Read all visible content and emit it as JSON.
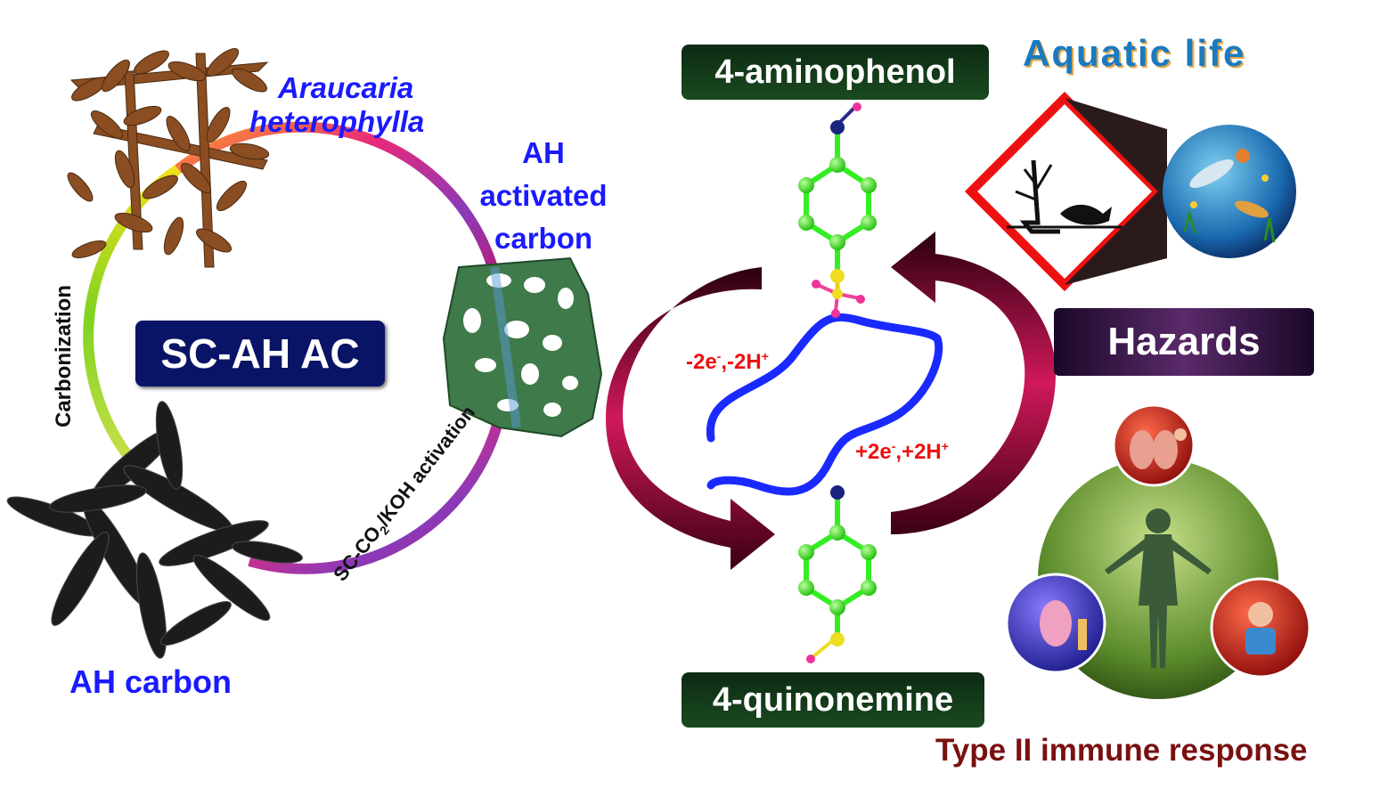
{
  "left": {
    "plant_label_line1": "Araucaria",
    "plant_label_line2": "heterophylla",
    "activated_label_line1": "AH",
    "activated_label_line2": "activated",
    "activated_label_line3": "carbon",
    "center_box": "SC-AH AC",
    "carbonization_label": "Carbonization",
    "activation_label_pre": "SC-CO",
    "activation_label_sub": "2",
    "activation_label_post": "/KOH activation",
    "carbon_label": "AH carbon"
  },
  "middle": {
    "top_molecule_box": "4-aminophenol",
    "bottom_molecule_box": "4-quinonemine",
    "oxidation": {
      "base1": "-2e",
      "sup1": "-",
      "mid": ",-2H",
      "sup2": "+"
    },
    "reduction": {
      "base1": "+2e",
      "sup1": "-",
      "mid": ",+2H",
      "sup2": "+"
    }
  },
  "right": {
    "aquatic_title": "Aquatic life",
    "hazards_box": "Hazards",
    "immune_label": "Type II immune response"
  },
  "colors": {
    "text_blue": "#1a1aff",
    "reaction_red": "#ee1111",
    "immune_text": "#7a1010",
    "box_dark_green": "#0d2a12",
    "center_box_blue": "#0a1466",
    "hazard_box_purple": "#2b0c3a",
    "atom_green": "#33ee22",
    "arrow_maroon": "#b0124a"
  }
}
